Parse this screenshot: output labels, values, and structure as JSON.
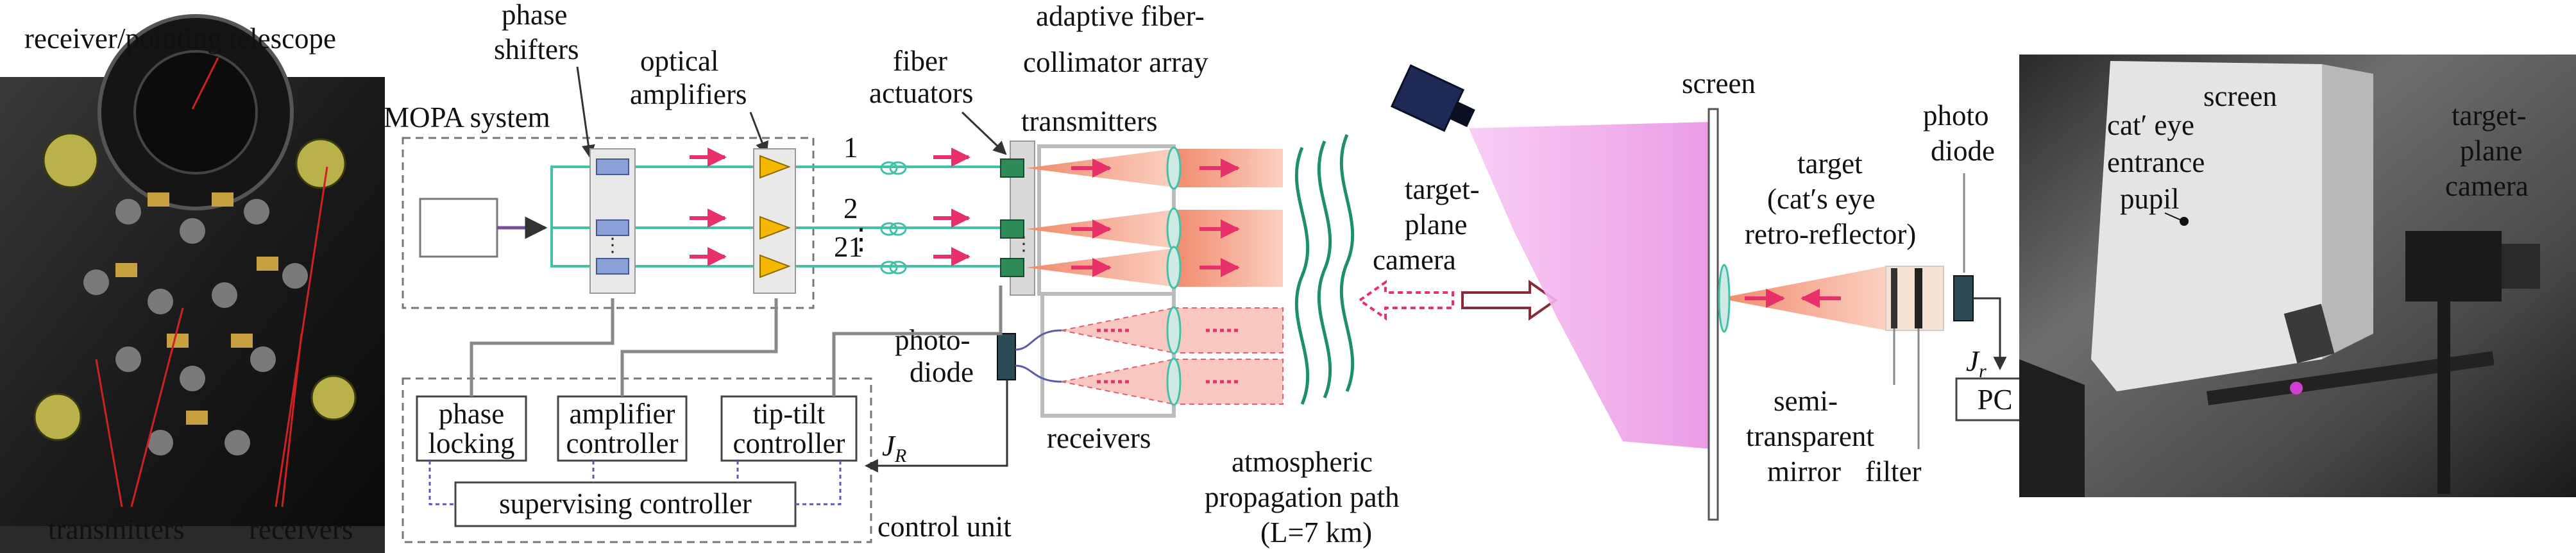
{
  "labels": {
    "photo_telescope": "receiver/pointing telescope",
    "transmitters_left": "transmitters",
    "receivers_left": "receivers",
    "mopa_system": "MOPA system",
    "phase_shifters": [
      "phase",
      "shifters"
    ],
    "optical_amplifiers": [
      "optical",
      "amplifiers"
    ],
    "fiber_actuators": [
      "fiber",
      "actuators"
    ],
    "adaptive_array": [
      "adaptive fiber-",
      "collimator array",
      "transmitters"
    ],
    "channel_1": "1",
    "channel_2": "2",
    "channel_dots": "⋮",
    "channel_21": "21",
    "photo_diode_left": [
      "photo-",
      "diode"
    ],
    "receivers_mid": "receivers",
    "phase_locking": [
      "phase",
      "locking"
    ],
    "amplifier_controller": [
      "amplifier",
      "controller"
    ],
    "tip_tilt_controller": [
      "tip-tilt",
      "controller"
    ],
    "supervising_controller": "supervising controller",
    "control_unit": "control unit",
    "J_R": "J",
    "J_R_sub": "R",
    "target_plane_camera": [
      "target-",
      "plane",
      "camera"
    ],
    "atmospheric_path": [
      "atmospheric",
      "propagation path",
      "(L=7 km)"
    ],
    "screen_top": "screen",
    "target": [
      "target",
      "(cat′s eye",
      "retro-reflector)"
    ],
    "photo_diode_right": [
      "photo",
      "diode"
    ],
    "semi_transparent_mirror": [
      "semi-",
      "transparent",
      "mirror"
    ],
    "filter": "filter",
    "J_r": "J",
    "J_r_sub": "r",
    "pc": "PC",
    "photo_cat_eye": [
      "cat′ eye",
      "entrance",
      "pupil"
    ],
    "photo_screen": "screen",
    "photo_target_plane_camera": [
      "target-",
      "plane",
      "camera"
    ]
  },
  "colors": {
    "beam_green": "#43c0a8",
    "arrow_red": "#e8306b",
    "amplifier_yellow": "#f5b800",
    "phase_shifter_blue": "#8aa0d8",
    "actuator_green": "#2e8b57",
    "beam_cone": "#f4a48a",
    "return_cone": "#f8c8c0",
    "fan_pink": "#f2a6ee",
    "waves": "#1f8f6a"
  }
}
